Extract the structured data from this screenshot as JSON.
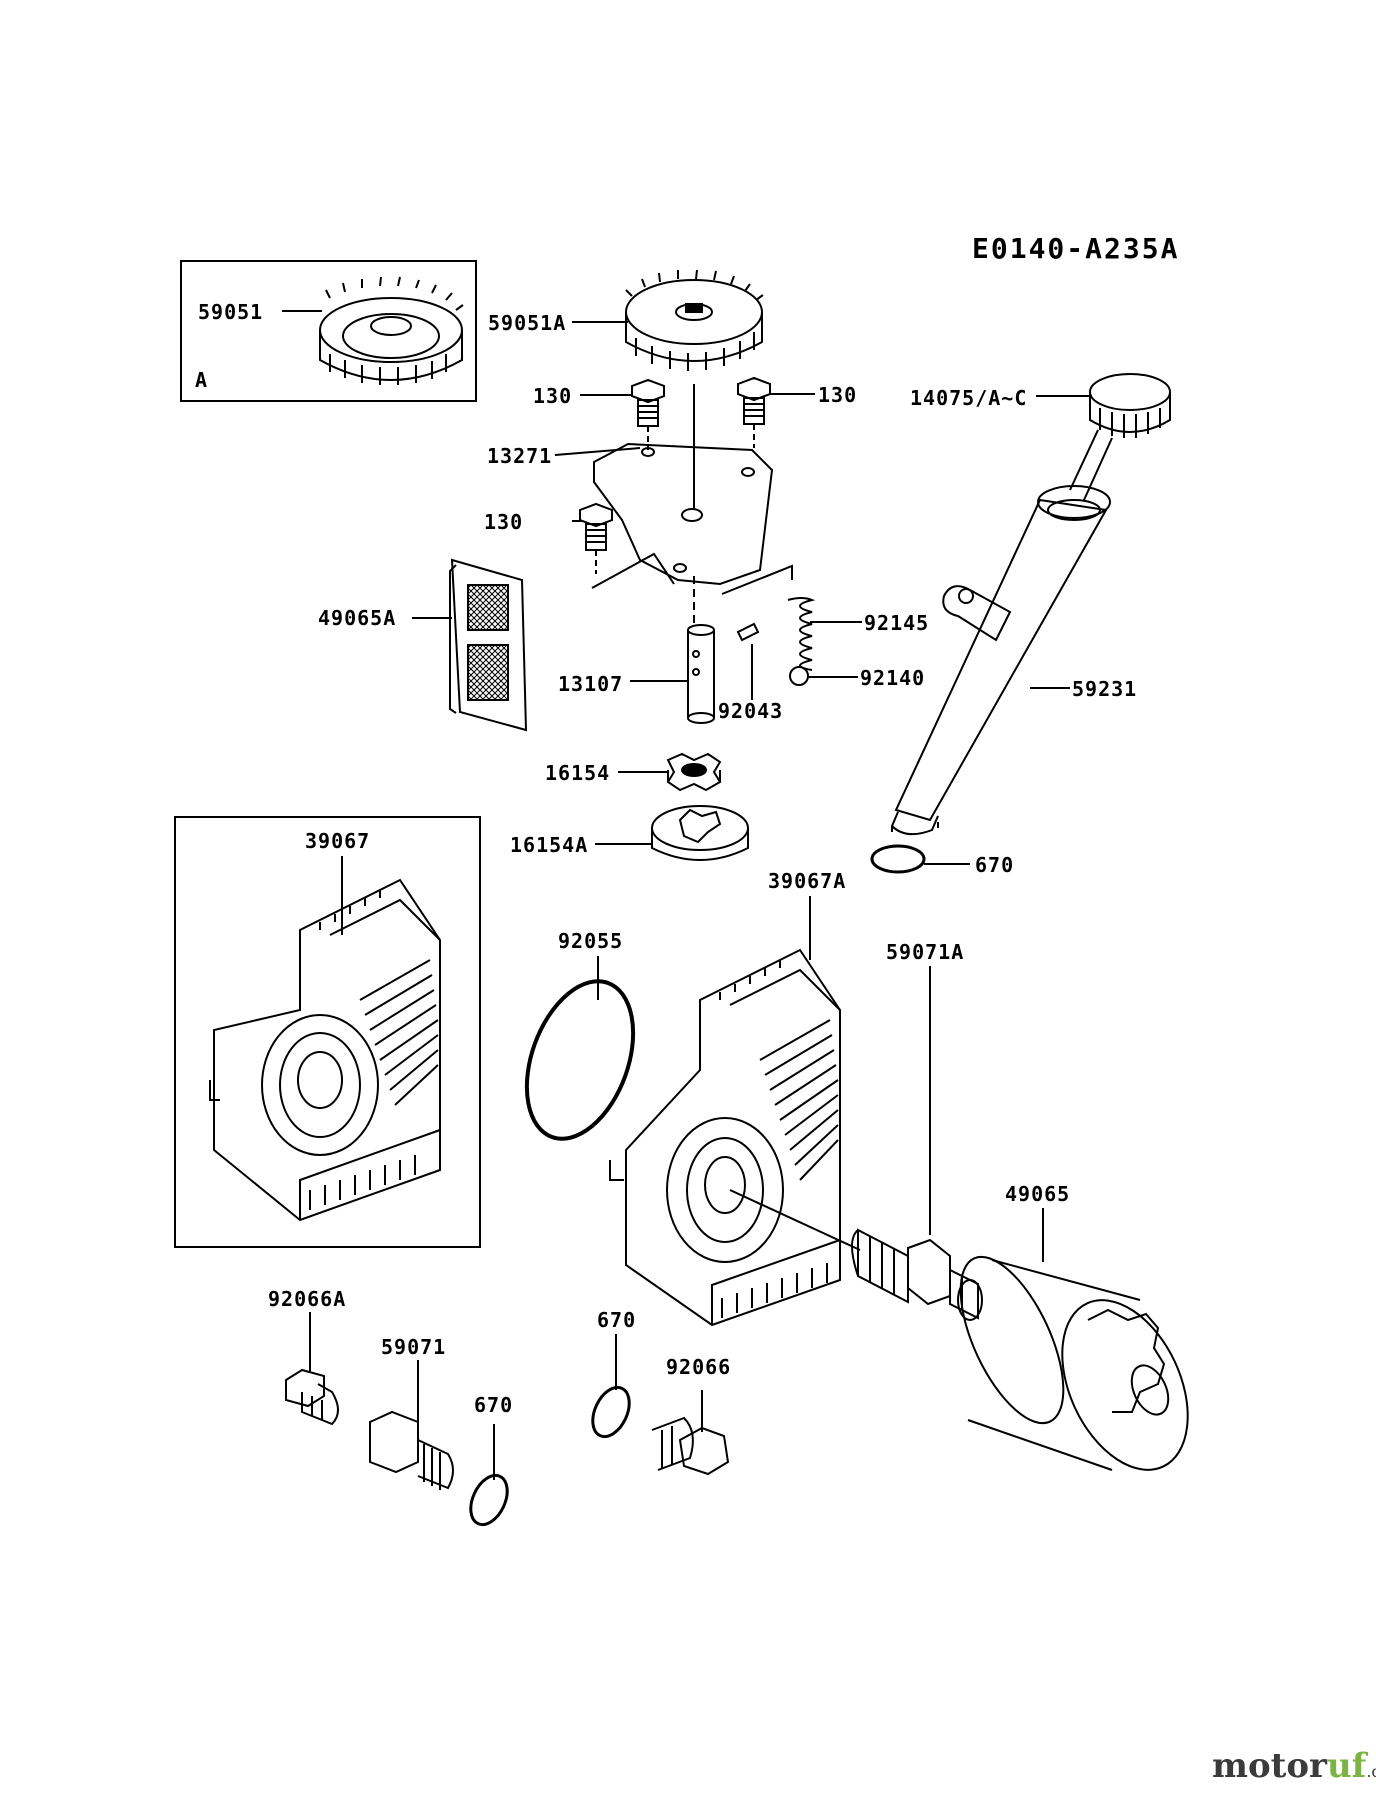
{
  "diagram_code": "E0140-A235A",
  "inset_a_label": "A",
  "parts": {
    "p59051": "59051",
    "p59051A": "59051A",
    "p130_a": "130",
    "p130_b": "130",
    "p130_c": "130",
    "p14075": "14075/A~C",
    "p13271": "13271",
    "p49065A": "49065A",
    "p92145": "92145",
    "p92140": "92140",
    "p13107": "13107",
    "p92043": "92043",
    "p59231": "59231",
    "p16154": "16154",
    "p16154A": "16154A",
    "p670_a": "670",
    "p39067": "39067",
    "p39067A": "39067A",
    "p92055": "92055",
    "p59071A": "59071A",
    "p49065": "49065",
    "p92066A": "92066A",
    "p670_b": "670",
    "p59071": "59071",
    "p670_c": "670",
    "p92066": "92066"
  },
  "watermark": {
    "brand_m": "motor",
    "brand_uf": "uf",
    "tld": ".de",
    "colors": {
      "dark": "#3b3b3b",
      "green": "#7cb342"
    }
  }
}
